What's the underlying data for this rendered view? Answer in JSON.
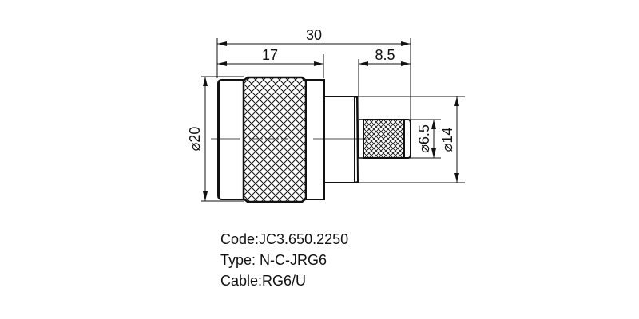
{
  "drawing": {
    "title": "N-type cable connector dimension drawing",
    "dimensions": {
      "overall_length": "30",
      "knurl_length": "17",
      "ferrule_length": "8.5",
      "body_diameter": "⌀20",
      "ferrule_diameter": "⌀6.5",
      "rear_diameter": "⌀14"
    },
    "units": "mm"
  },
  "spec": {
    "code": "Code:JC3.650.2250",
    "type": "Type: N-C-JRG6",
    "cable": "Cable:RG6/U"
  }
}
